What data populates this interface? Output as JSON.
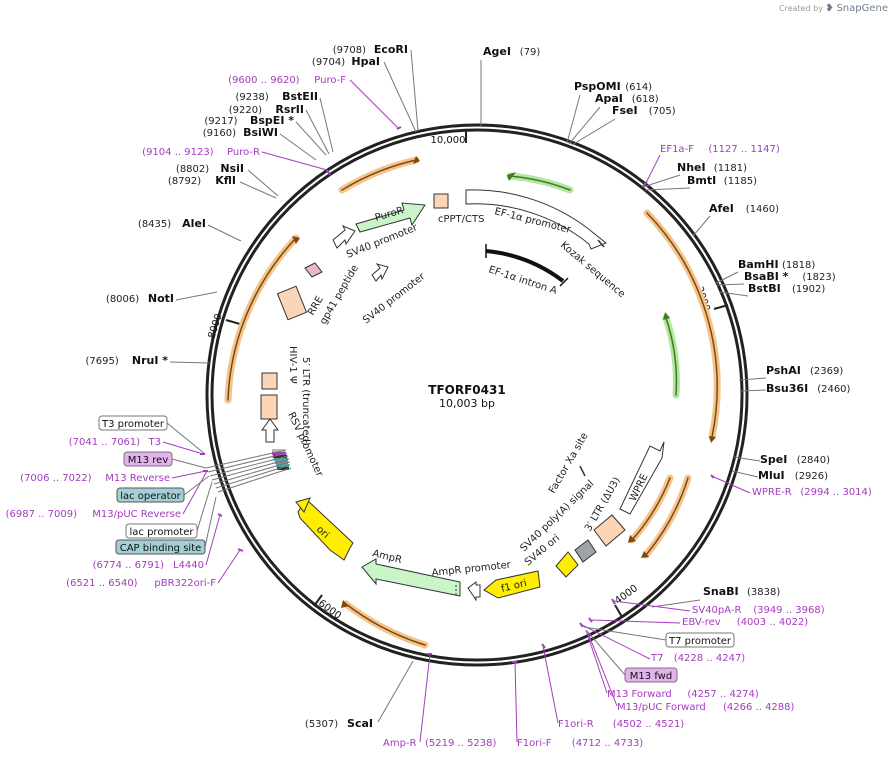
{
  "app": {
    "credit_prefix": "Created by",
    "credit_brand": "SnapGene"
  },
  "plasmid": {
    "name": "TFORF0431",
    "length_label": "10,003 bp",
    "length_bp": 10003
  },
  "colors": {
    "primer": "#a43bbf",
    "ring": "#222222",
    "orange": "#f2a23a",
    "green_arrow": "#6fbf3a",
    "yellow": "#ffee00",
    "light_green": "#c9f5c9",
    "peach": "#fbd5b5"
  },
  "ticks": [
    {
      "label": "10,000",
      "bp": 10000
    },
    {
      "label": "2000",
      "bp": 2000
    },
    {
      "label": "4000",
      "bp": 4000
    },
    {
      "label": "6000",
      "bp": 6000
    },
    {
      "label": "8000",
      "bp": 8000
    }
  ],
  "sites": [
    {
      "name": "AgeI",
      "pos": "(79)"
    },
    {
      "name": "PspOMI",
      "pos": "(614)"
    },
    {
      "name": "ApaI",
      "pos": "(618)"
    },
    {
      "name": "FseI",
      "pos": "(705)"
    },
    {
      "name": "NheI",
      "pos": "(1181)"
    },
    {
      "name": "BmtI",
      "pos": "(1185)"
    },
    {
      "name": "AfeI",
      "pos": "(1460)"
    },
    {
      "name": "BamHI",
      "pos": "(1818)"
    },
    {
      "name": "BsaBI *",
      "pos": "(1823)"
    },
    {
      "name": "BstBI",
      "pos": "(1902)"
    },
    {
      "name": "PshAI",
      "pos": "(2369)"
    },
    {
      "name": "Bsu36I",
      "pos": "(2460)"
    },
    {
      "name": "SpeI",
      "pos": "(2840)"
    },
    {
      "name": "MluI",
      "pos": "(2926)"
    },
    {
      "name": "SnaBI",
      "pos": "(3838)"
    },
    {
      "name": "ScaI",
      "pos": "(5307)"
    },
    {
      "name": "NruI *",
      "pos": "(7695)"
    },
    {
      "name": "NotI",
      "pos": "(8006)"
    },
    {
      "name": "AleI",
      "pos": "(8435)"
    },
    {
      "name": "KflI",
      "pos": "(8792)"
    },
    {
      "name": "NsiI",
      "pos": "(8802)"
    },
    {
      "name": "BsiWI",
      "pos": "(9160)"
    },
    {
      "name": "BspEI *",
      "pos": "(9217)"
    },
    {
      "name": "RsrII",
      "pos": "(9220)"
    },
    {
      "name": "BstEII",
      "pos": "(9238)"
    },
    {
      "name": "HpaI",
      "pos": "(9704)"
    },
    {
      "name": "EcoRI",
      "pos": "(9708)"
    }
  ],
  "primers": [
    {
      "name": "Puro-F",
      "range": "(9600 .. 9620)"
    },
    {
      "name": "Puro-R",
      "range": "(9104 .. 9123)"
    },
    {
      "name": "EF1a-F",
      "range": "(1127 .. 1147)"
    },
    {
      "name": "WPRE-R",
      "range": "(2994 .. 3014)"
    },
    {
      "name": "SV40pA-R",
      "range": "(3949 .. 3968)"
    },
    {
      "name": "EBV-rev",
      "range": "(4003 .. 4022)"
    },
    {
      "name": "T7",
      "range": "(4228 .. 4247)"
    },
    {
      "name": "M13 Forward",
      "range": "(4257 .. 4274)"
    },
    {
      "name": "M13/pUC Forward",
      "range": "(4266 .. 4288)"
    },
    {
      "name": "F1ori-R",
      "range": "(4502 .. 4521)"
    },
    {
      "name": "F1ori-F",
      "range": "(4712 .. 4733)"
    },
    {
      "name": "Amp-R",
      "range": "(5219 .. 5238)"
    },
    {
      "name": "pBR322ori-F",
      "range": "(6521 .. 6540)"
    },
    {
      "name": "L4440",
      "range": "(6774 .. 6791)"
    },
    {
      "name": "M13/pUC Reverse",
      "range": "(6987 .. 7009)"
    },
    {
      "name": "M13 Reverse",
      "range": "(7006 .. 7022)"
    },
    {
      "name": "T3",
      "range": "(7041 .. 7061)"
    }
  ],
  "boxes": {
    "t7_promoter": "T7 promoter",
    "m13_fwd": "M13 fwd",
    "t3_promoter": "T3 promoter",
    "m13_rev": "M13 rev",
    "lac_operator": "lac operator",
    "lac_promoter": "lac promoter",
    "cap_site": "CAP binding site"
  },
  "features": {
    "puror": "PuroR",
    "sv40_promoter_1": "SV40 promoter",
    "sv40_promoter_2": "SV40 promoter",
    "cppt": "cPPT/CTS",
    "ef1a_promoter": "EF-1α promoter",
    "kozak": "Kozak sequence",
    "ef1a_intron": "EF-1α intron A",
    "rre": "RRE",
    "gp41": "gp41 peptide",
    "ltr5": "5′ LTR (truncated)",
    "hiv_psi": "HIV-1 Ψ",
    "rsv": "RSV promoter",
    "factor_xa": "Factor Xa site",
    "wpre": "WPRE",
    "ltr3": "3′ LTR (ΔU3)",
    "sv40_polya": "SV40 poly(A) signal",
    "sv40_ori": "SV40 ori",
    "f1_ori": "f1 ori",
    "ampr_promoter": "AmpR promoter",
    "ampr": "AmpR",
    "ori": "ori"
  }
}
